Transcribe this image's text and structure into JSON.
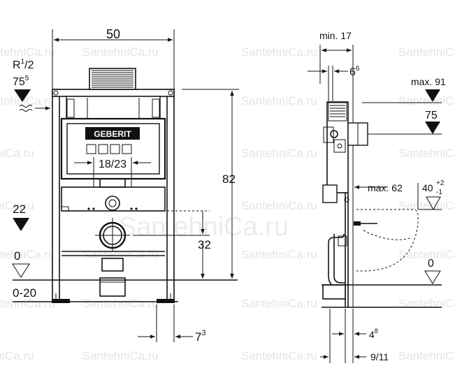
{
  "watermark": {
    "text": "SantehniCa.ru",
    "center_text": "SantehniCa.ru"
  },
  "front_view": {
    "width_label": "50",
    "thread_label_main": "R",
    "thread_label_sup": "1",
    "thread_label_frac": "/2",
    "pipe_height_main": "75",
    "pipe_height_sup": "5",
    "brand": "GEBERIT",
    "bolt_spacing": "18/23",
    "height_label": "82",
    "drain_center": "32",
    "left_level": "22",
    "zero_level": "0",
    "floor_range": "0-20",
    "foot_main": "7",
    "foot_sup": "3"
  },
  "side_view": {
    "min_depth": "min. 17",
    "offset_main": "6",
    "offset_sup": "6",
    "max_top": "max. 91",
    "flush_height": "75",
    "max_projection": "max. 62",
    "bowl_height_main": "40",
    "bowl_tol_plus": "+2",
    "bowl_tol_minus": "-1",
    "zero_level": "0",
    "bottom_main": "4",
    "bottom_sup": "8",
    "bottom_range": "9/11"
  }
}
